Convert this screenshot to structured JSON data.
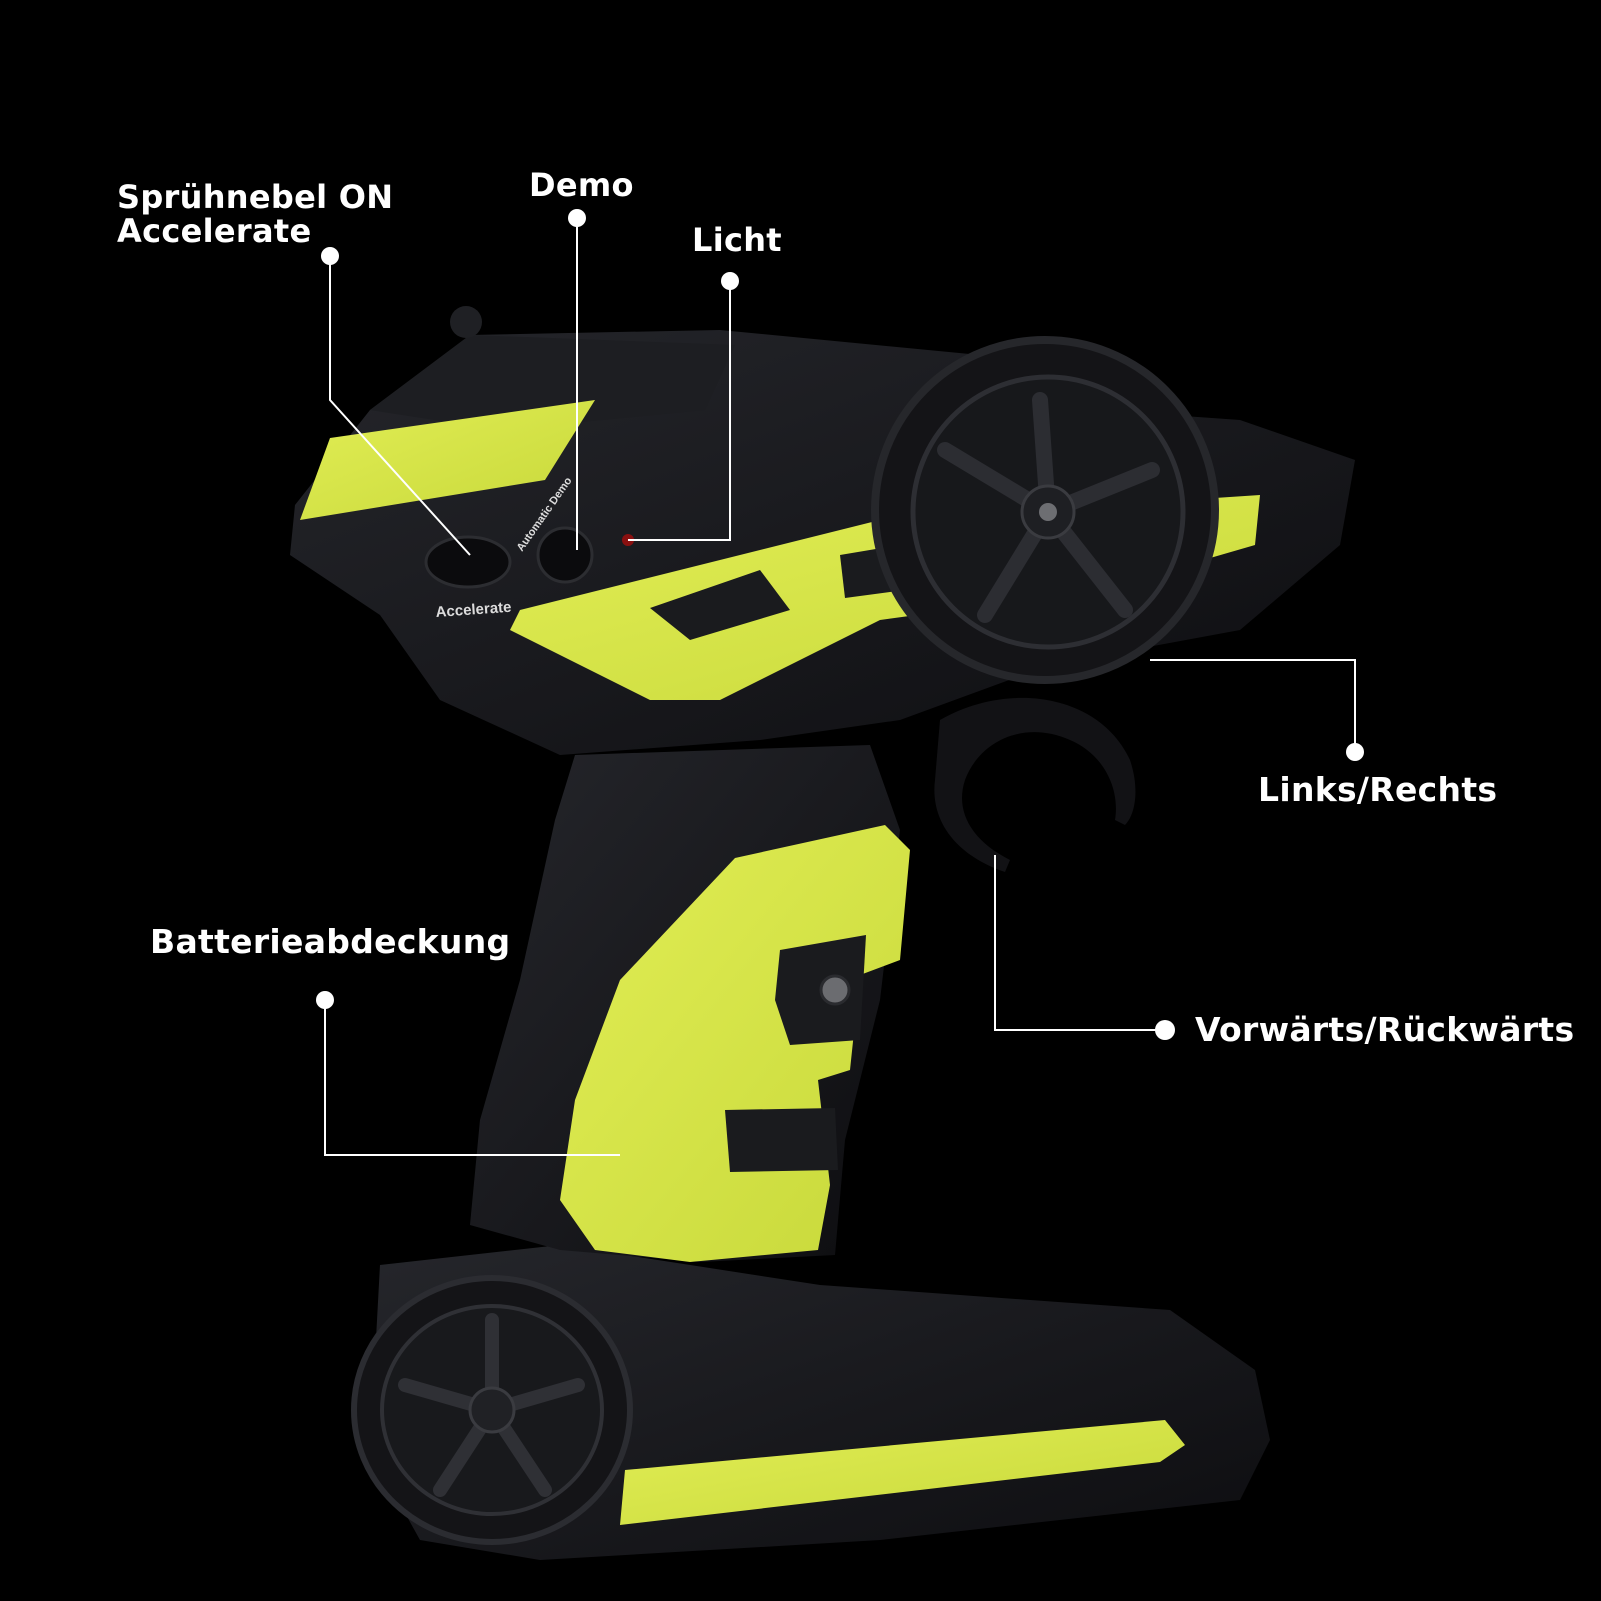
{
  "labels": {
    "spray_line1": "Sprühnebel ON",
    "spray_line2": "Accelerate",
    "demo": "Demo",
    "licht": "Licht",
    "links_rechts": "Links/Rechts",
    "vorwaerts_rueckwaerts": "Vorwärts/Rückwärts",
    "batterieabdeckung": "Batterieabdeckung"
  },
  "device_text": {
    "accelerate_button": "Accelerate",
    "automatic_demo": "Automatic Demo"
  },
  "colors": {
    "background": "#000000",
    "body_dark": "#151518",
    "accent_yellow": "#d8e64a",
    "callout_line": "#ffffff"
  }
}
